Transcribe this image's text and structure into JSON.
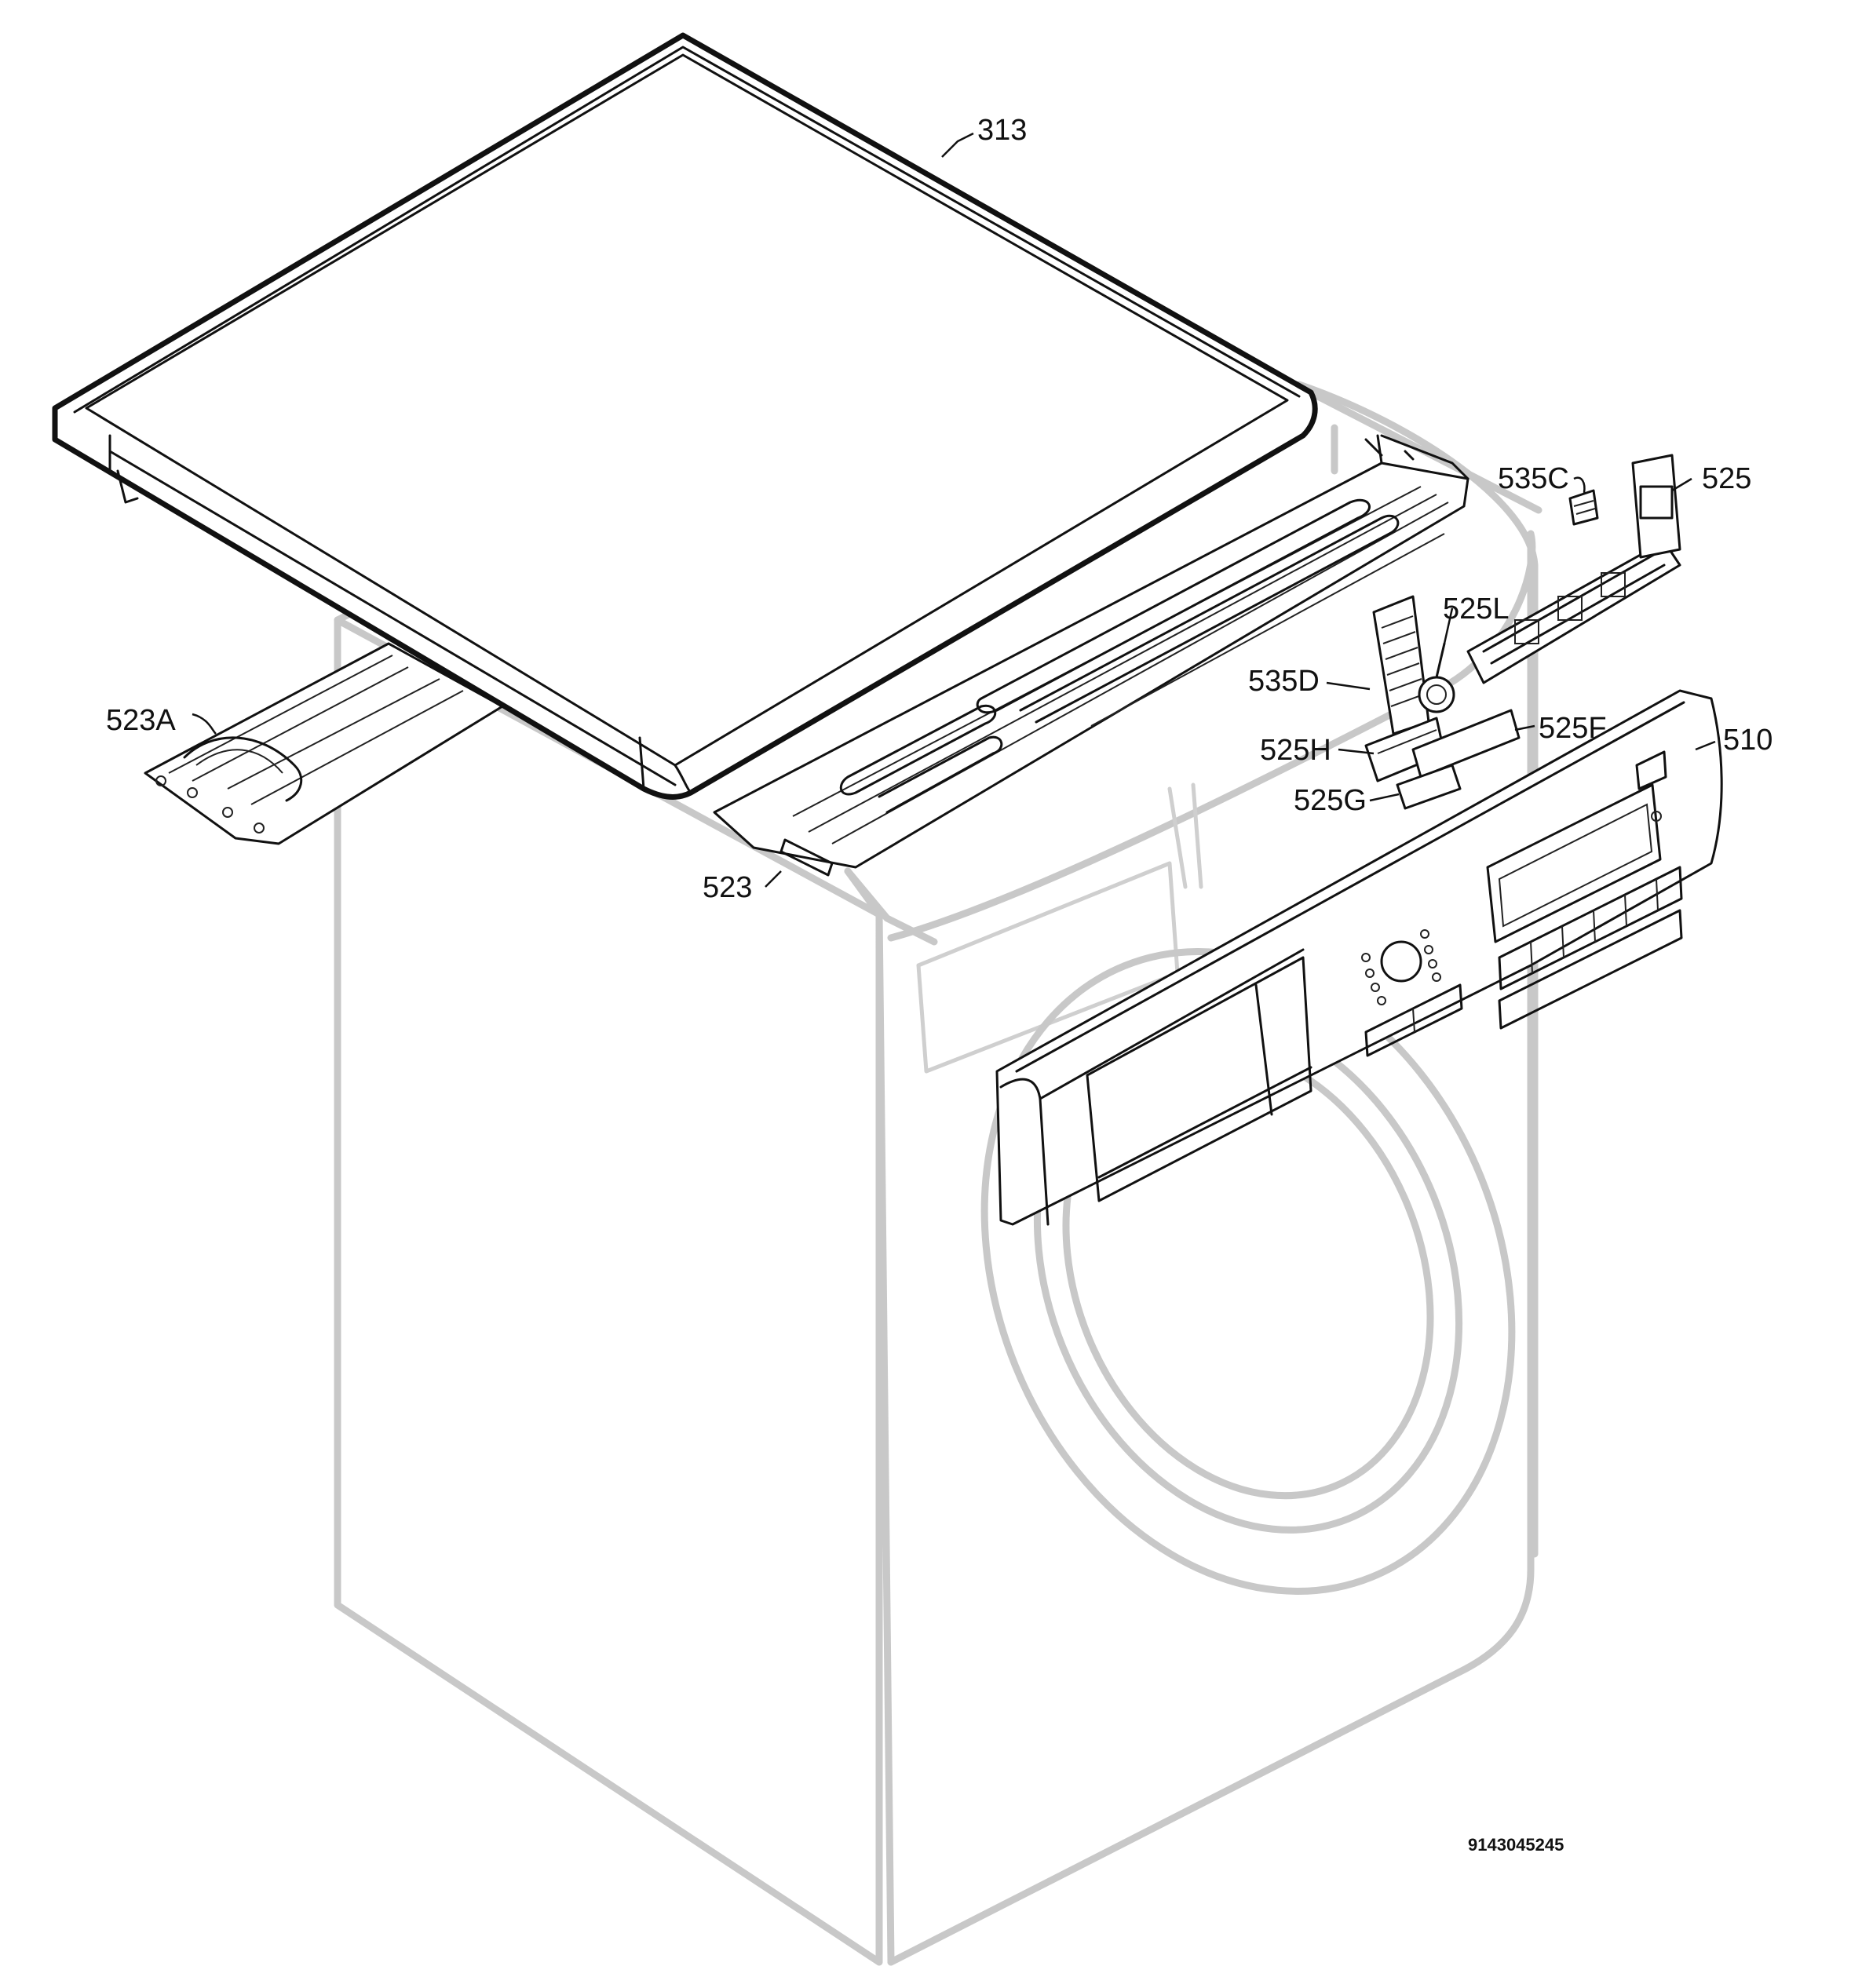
{
  "diagram": {
    "parts": [
      {
        "key": "p313",
        "label": "313"
      },
      {
        "key": "p535c",
        "label": "535C"
      },
      {
        "key": "p525",
        "label": "525"
      },
      {
        "key": "p525l",
        "label": "525L"
      },
      {
        "key": "p535d",
        "label": "535D"
      },
      {
        "key": "p523a",
        "label": "523A"
      },
      {
        "key": "p525f",
        "label": "525F"
      },
      {
        "key": "p525h",
        "label": "525H"
      },
      {
        "key": "p510",
        "label": "510"
      },
      {
        "key": "p525g",
        "label": "525G"
      },
      {
        "key": "p523",
        "label": "523"
      }
    ],
    "document_id": "9143045245",
    "colors": {
      "line": "#111111",
      "ghost": "#c8c8c8",
      "background": "#ffffff"
    }
  }
}
